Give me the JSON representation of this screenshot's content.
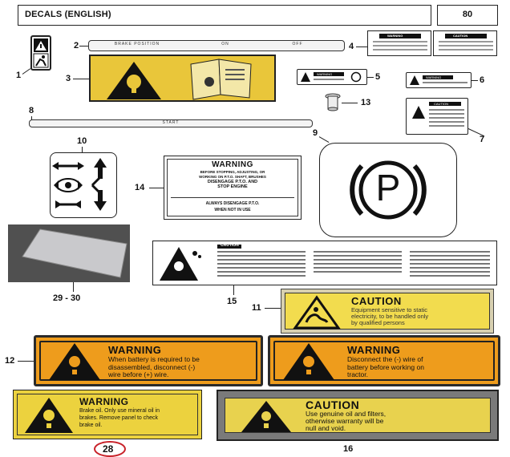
{
  "header": {
    "title": "DECALS (ENGLISH)",
    "page_number": "80"
  },
  "callouts": {
    "c1": "1",
    "c2": "2",
    "c3": "3",
    "c4": "4",
    "c5": "5",
    "c6": "6",
    "c7": "7",
    "c8": "8",
    "c9": "9",
    "c10": "10",
    "c11": "11",
    "c12": "12",
    "c13": "13",
    "c14": "14",
    "c15": "15",
    "c16": "16",
    "c28": "28",
    "c29_30": "29 - 30"
  },
  "decals": {
    "d2": {
      "text1": "BRAKE POSITION",
      "text2": "ON",
      "text3": "OFF"
    },
    "d4": {
      "left": "WARNING",
      "right": "CAUTION"
    },
    "d5": {
      "title": "WARNING"
    },
    "d6": {
      "title": "WARNING"
    },
    "d7": {
      "title": "CAUTION"
    },
    "d8": {
      "text": "START"
    },
    "d9": {
      "symbol": "P"
    },
    "d14": {
      "title": "WARNING",
      "line1": "BEFORE STOPPING, ADJUSTING, OR",
      "line2": "WORKING ON P.T.O. SHAFT, BRUSHES",
      "line3": "DISENGAGE P.T.O. AND",
      "line4": "STOP ENGINE",
      "line5": "ALWAYS DISENGAGE P.T.O.",
      "line6": "WHEN NOT IN USE"
    },
    "d15": {
      "title": "CAUTION"
    },
    "d11": {
      "title": "CAUTION",
      "line1": "Equipment sensitive to static",
      "line2": "electricity, to be handled only",
      "line3": "by qualified persons"
    },
    "d12a": {
      "title": "WARNING",
      "line1": "When battery is required to be",
      "line2": "disassembled, disconnect (-)",
      "line3": "wire before (+) wire."
    },
    "d12b": {
      "title": "WARNING",
      "line1": "Disconnect the (-) wire of",
      "line2": "battery before working on",
      "line3": "tractor."
    },
    "d28": {
      "title": "WARNING",
      "line1": "Brake oil. Only use mineral oil in",
      "line2": "brakes. Remove panel to check",
      "line3": "brake oil."
    },
    "d16": {
      "title": "CAUTION",
      "line1": "Use genuine oil and filters,",
      "line2": "otherwise warranty will be",
      "line3": "null and void."
    }
  }
}
